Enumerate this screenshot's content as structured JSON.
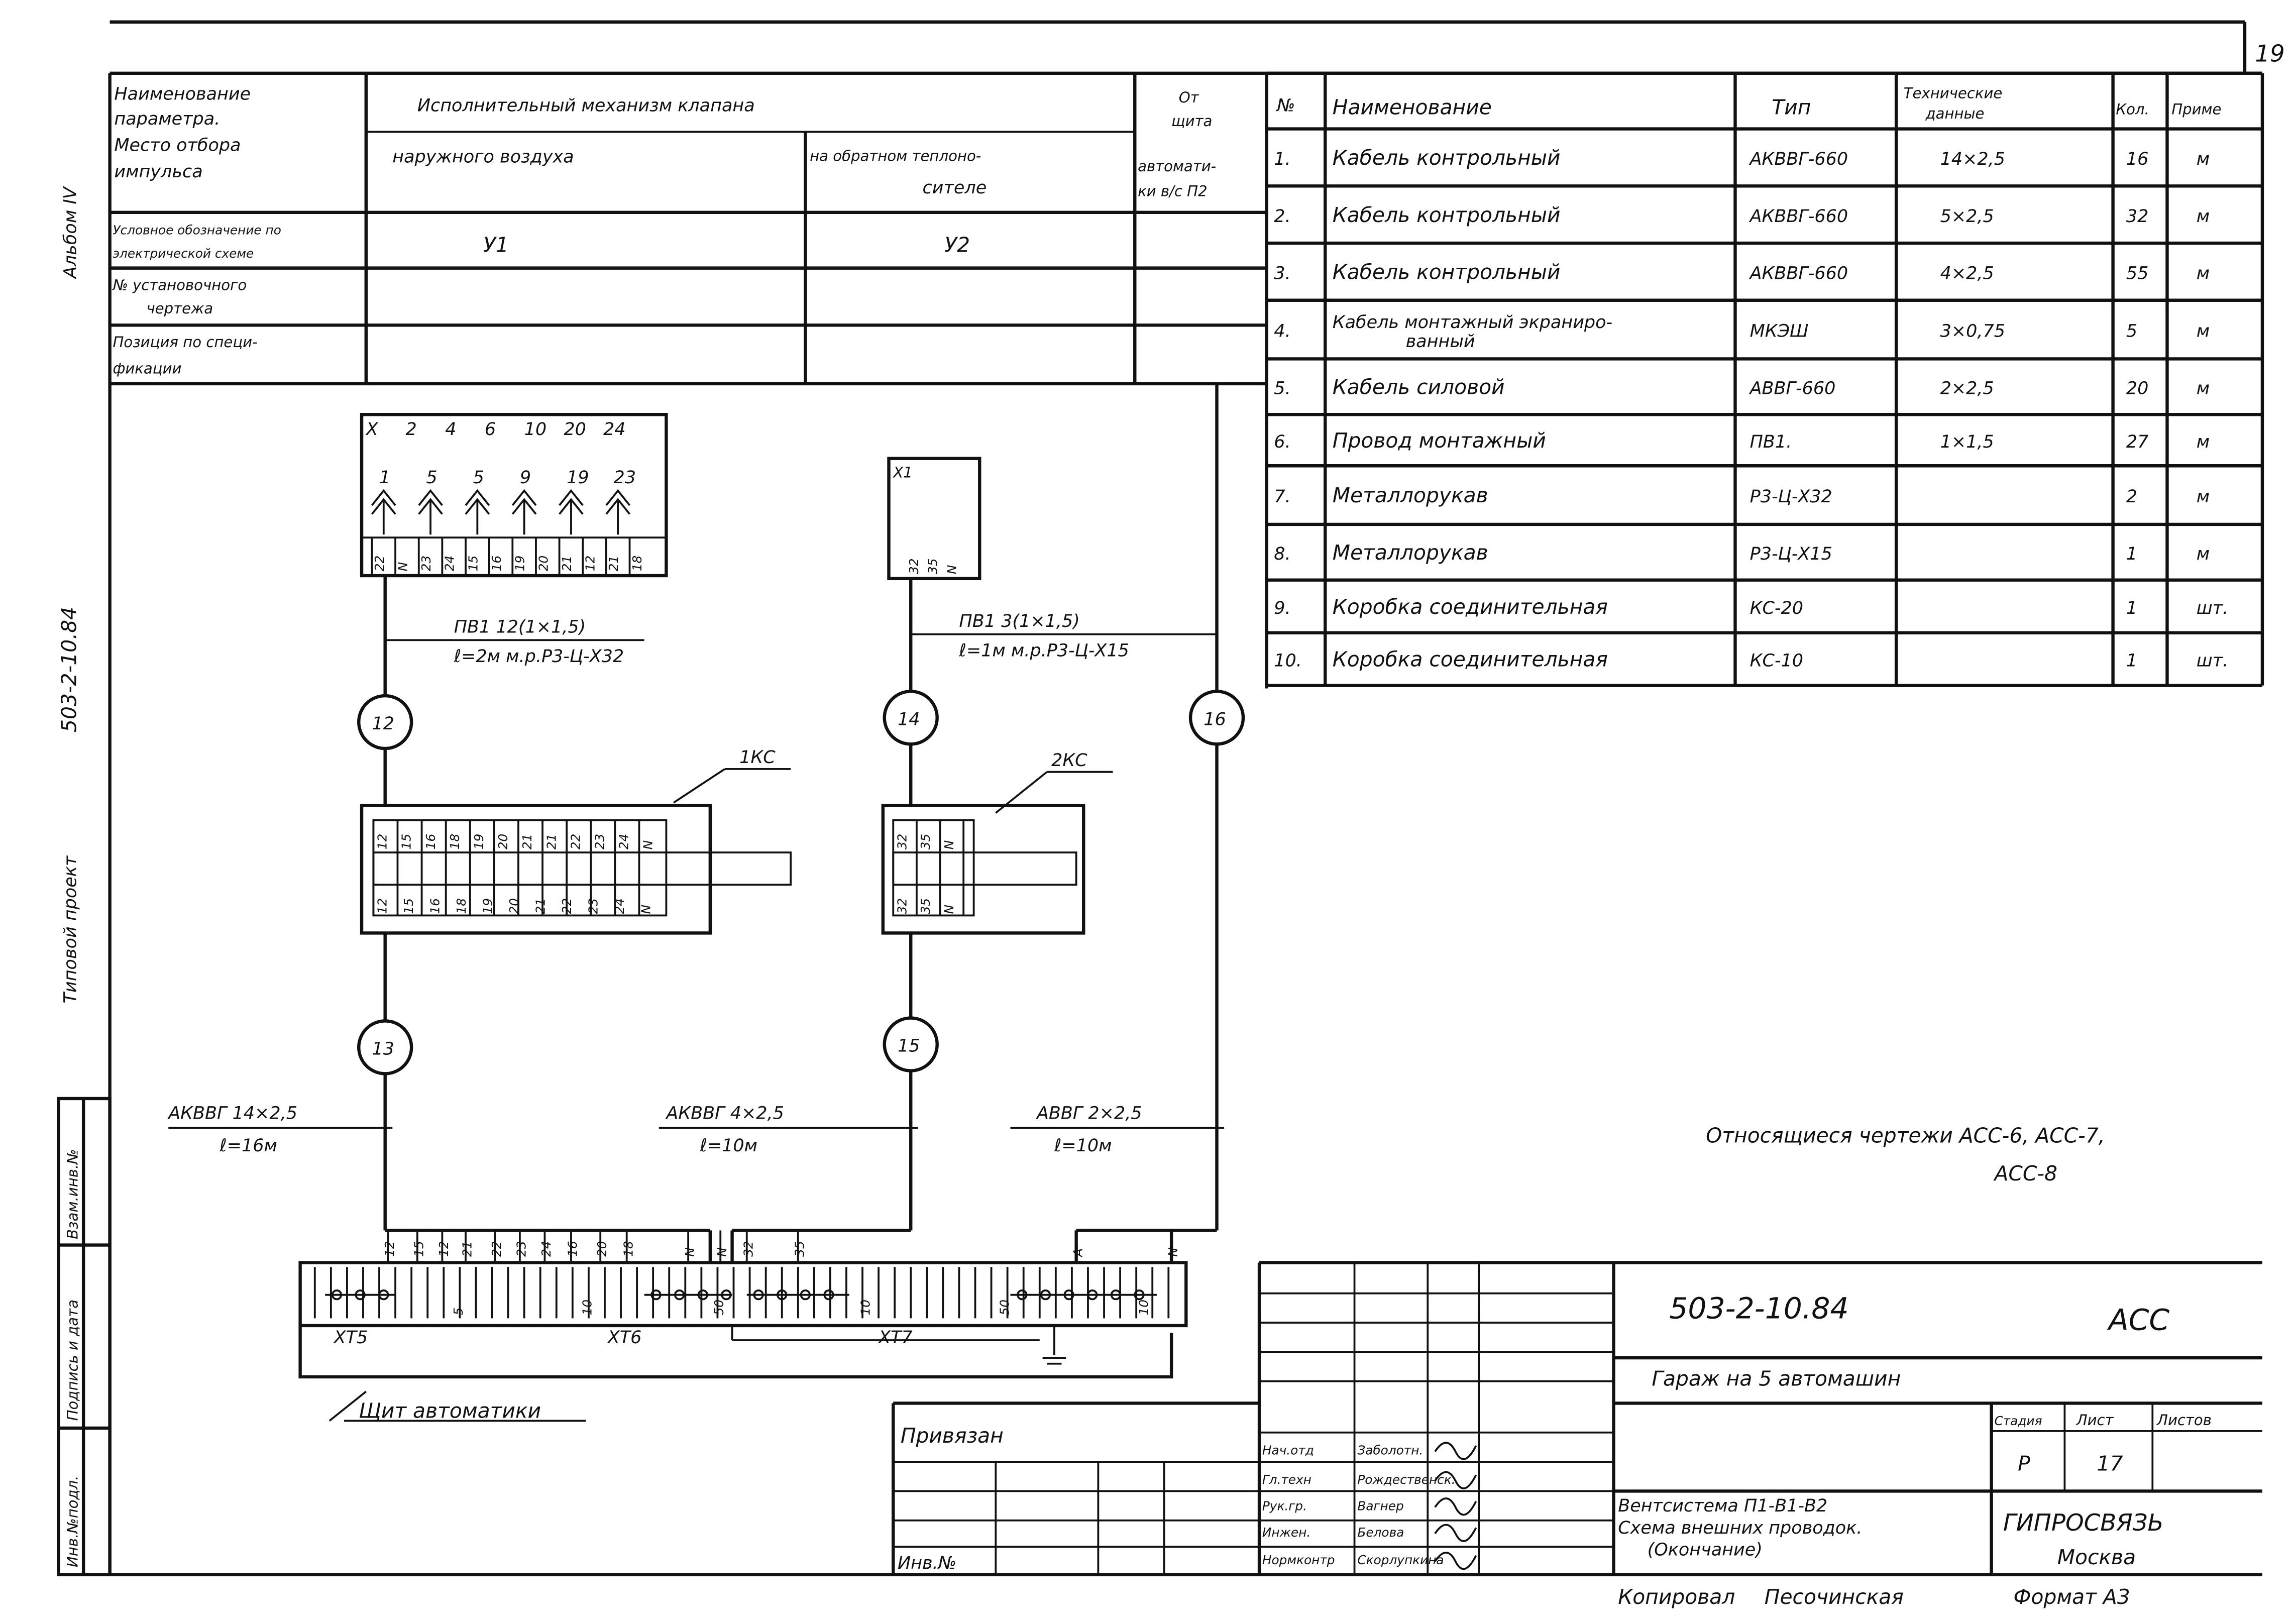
{
  "sheet_number": "19",
  "side_labels": {
    "album": "Альбом IV",
    "project_code": "503-2-10.84",
    "project_type": "Типовой проект"
  },
  "left_stamp": [
    "Инв.№подл.",
    "Подпись и дата",
    "Взам.инв.№"
  ],
  "param_table": {
    "row_header_1": "Наименование параметра. Место отбора импульса",
    "row_header_1_lines": [
      "Наименование",
      "параметра.",
      "Место отбора",
      "импульса"
    ],
    "group_header": "Исполнительный механизм клапана",
    "col1": "наружного воздуха",
    "col2_lines": [
      "на обратном теплоно-",
      "сителе"
    ],
    "col3_lines": [
      "От",
      "щита",
      "автомати-",
      "ки в/с П2"
    ],
    "row2_lines": [
      "Условное обозначение по",
      "электрической схеме"
    ],
    "row2_values": [
      "У1",
      "У2"
    ],
    "row3_lines": [
      "№ установочного",
      "чертежа"
    ],
    "row4_lines": [
      "Позиция по специ-",
      "фикации"
    ]
  },
  "spec_table": {
    "headers": {
      "num": "№",
      "name": "Наименование",
      "type": "Тип",
      "tech_lines": [
        "Технические",
        "данные"
      ],
      "qty": "Кол.",
      "note": "Приме"
    },
    "rows": [
      {
        "num": "1.",
        "name": "Кабель контрольный",
        "type": "АКВВГ-660",
        "tech": "14×2,5",
        "qty": "16",
        "unit": "м"
      },
      {
        "num": "2.",
        "name": "Кабель контрольный",
        "type": "АКВВГ-660",
        "tech": "5×2,5",
        "qty": "32",
        "unit": "м"
      },
      {
        "num": "3.",
        "name": "Кабель контрольный",
        "type": "АКВВГ-660",
        "tech": "4×2,5",
        "qty": "55",
        "unit": "м"
      },
      {
        "num": "4.",
        "name": "Кабель монтажный экраниро-",
        "name2": "ванный",
        "type": "МКЭШ",
        "tech": "3×0,75",
        "qty": "5",
        "unit": "м"
      },
      {
        "num": "5.",
        "name": "Кабель силовой",
        "type": "АВВГ-660",
        "tech": "2×2,5",
        "qty": "20",
        "unit": "м"
      },
      {
        "num": "6.",
        "name": "Провод монтажный",
        "type": "ПВ1.",
        "tech": "1×1,5",
        "qty": "27",
        "unit": "м"
      },
      {
        "num": "7.",
        "name": "Металлорукав",
        "type": "Р3-Ц-Х32",
        "tech": "",
        "qty": "2",
        "unit": "м"
      },
      {
        "num": "8.",
        "name": "Металлорукав",
        "type": "Р3-Ц-Х15",
        "tech": "",
        "qty": "1",
        "unit": "м"
      },
      {
        "num": "9.",
        "name": "Коробка соединительная",
        "type": "КС-20",
        "tech": "",
        "qty": "1",
        "unit": "шт."
      },
      {
        "num": "10.",
        "name": "Коробка соединительная",
        "type": "КС-10",
        "tech": "",
        "qty": "1",
        "unit": "шт."
      }
    ]
  },
  "diagram": {
    "x_block": {
      "top": [
        "X",
        "2",
        "4",
        "6",
        "10",
        "20",
        "24"
      ],
      "mid": [
        "1",
        "5",
        "5",
        "9",
        "19",
        "23"
      ],
      "bottom": [
        "22",
        "N",
        "23",
        "24",
        "15",
        "16",
        "19",
        "20",
        "21",
        "12",
        "21",
        "18"
      ]
    },
    "x1_block": {
      "label": "X1",
      "bottom": [
        "32",
        "35",
        "N"
      ]
    },
    "wire1": {
      "line1": "ПВ1 12(1×1,5)",
      "line2": "ℓ=2м  м.р.Р3-Ц-Х32"
    },
    "wire2": {
      "line1": "ПВ1 3(1×1,5)",
      "line2": "ℓ=1м  м.р.Р3-Ц-Х15"
    },
    "circles": [
      "12",
      "14",
      "16",
      "13",
      "15"
    ],
    "box1": {
      "label": "1КС",
      "top": [
        "12",
        "15",
        "16",
        "18",
        "19",
        "20",
        "21",
        "21",
        "22",
        "23",
        "24",
        "N"
      ],
      "bottom": [
        "12",
        "15",
        "16",
        "18",
        "19",
        "20",
        "21",
        "22",
        "23",
        "24",
        "N"
      ]
    },
    "box2": {
      "label": "2КС",
      "top": [
        "32",
        "35",
        "N"
      ],
      "bottom": [
        "32",
        "35",
        "N"
      ]
    },
    "cable1": {
      "line1": "АКВВГ 14×2,5",
      "line2": "ℓ=16м"
    },
    "cable2": {
      "line1": "АКВВГ 4×2,5",
      "line2": "ℓ=10м"
    },
    "cable3": {
      "line1": "АВВГ 2×2,5",
      "line2": "ℓ=10м"
    },
    "strip_labels": [
      "12",
      "15",
      "12",
      "21",
      "22",
      "23",
      "24",
      "16",
      "20",
      "18",
      "N",
      "N",
      "32",
      "35",
      "A",
      "N"
    ],
    "strip_marks": [
      "5",
      "10",
      "50",
      "10",
      "50",
      "10"
    ],
    "terminals": [
      "ХТ5",
      "ХТ6",
      "ХТ7"
    ],
    "panel_label": "Щит автоматики"
  },
  "related_note": {
    "line1": "Относящиеся чертежи АСС-6, АСС-7,",
    "line2": "АСС-8"
  },
  "title_block": {
    "code": "503-2-10.84",
    "mark": "АСС",
    "object": "Гараж на 5 автомашин",
    "stage_header": "Стадия",
    "sheet_header": "Лист",
    "sheets_header": "Листов",
    "stage": "Р",
    "sheet": "17",
    "title_lines": [
      "Вентсистема П1-В1-В2",
      "Схема внешних проводок.",
      "(Окончание)"
    ],
    "org": "ГИПРОСВЯЗЬ",
    "city": "Москва",
    "roles": [
      "Нач.отд",
      "Гл.техн",
      "Рук.гр.",
      "Инжен.",
      "Нормконтр"
    ],
    "names": [
      "Заболотн.",
      "Рождественск.",
      "Вагнер",
      "Белова",
      "Скорлупкина"
    ],
    "attached": "Привязан",
    "inv": "Инв.№",
    "footer": {
      "copied": "Копировал",
      "copier": "Песочинская",
      "format": "Формат А3"
    }
  }
}
